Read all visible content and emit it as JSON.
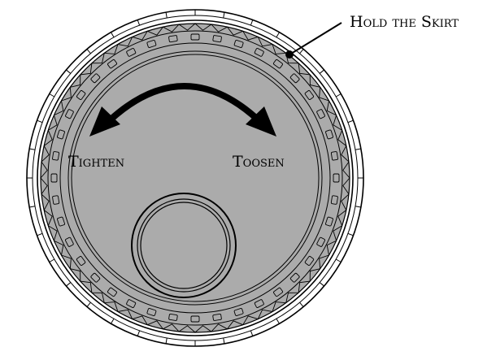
{
  "labels": {
    "hold_skirt": "Hold the Skirt",
    "tighten": "Tighten",
    "loosen": "Toosen"
  },
  "colors": {
    "knob_fill": "#ababab",
    "outline": "#000000",
    "background": "#ffffff"
  },
  "icons": {
    "rotation_arrow": "double-headed-curved-arrow-icon",
    "center_button": "circle-button-icon",
    "pointer_dot": "pointer-dot-icon"
  }
}
